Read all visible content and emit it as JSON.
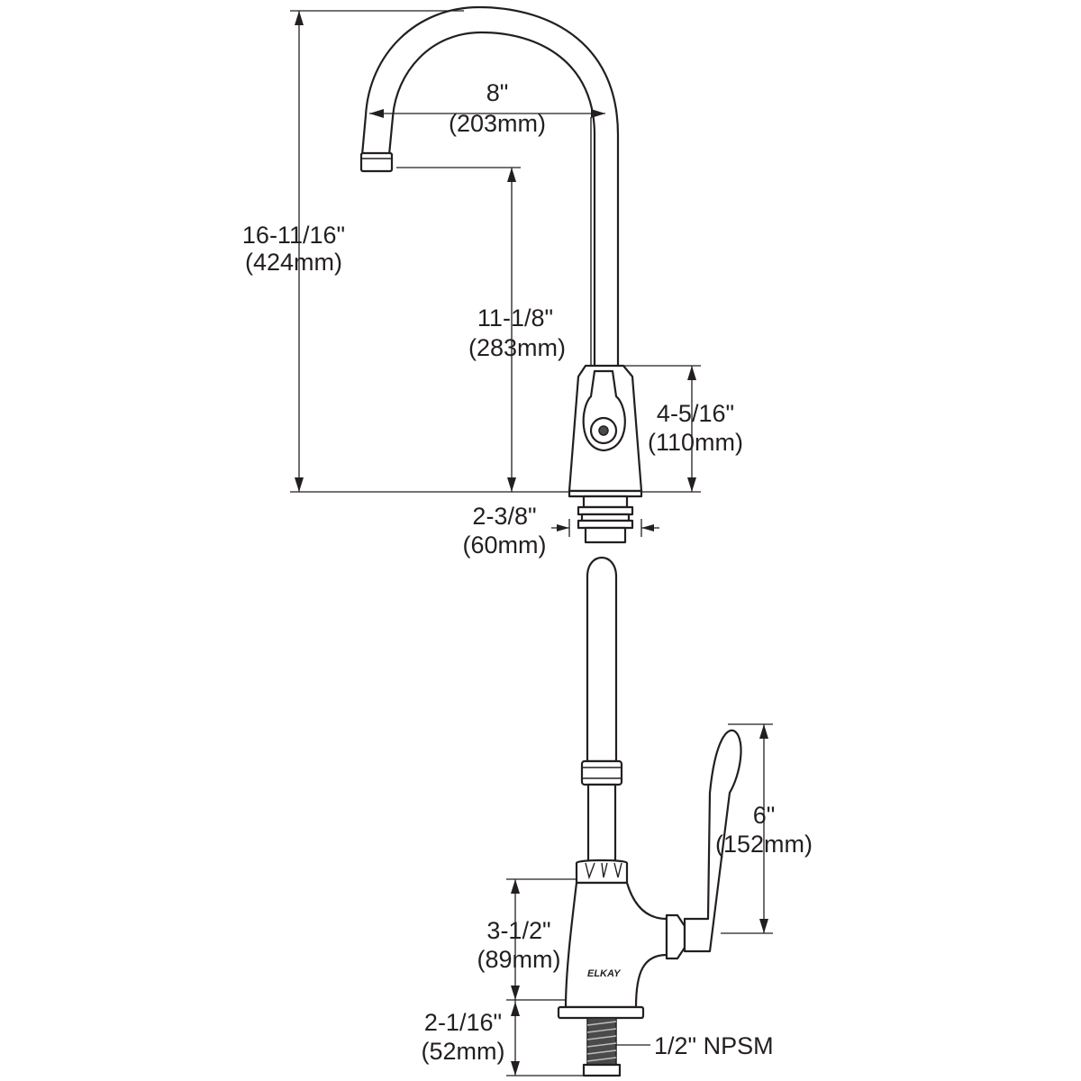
{
  "top_view": {
    "overall_height": {
      "imperial": "16-11/16\"",
      "metric": "(424mm)"
    },
    "spout_reach": {
      "imperial": "8\"",
      "metric": "(203mm)"
    },
    "spout_clearance": {
      "imperial": "11-1/8\"",
      "metric": "(283mm)"
    },
    "body_height": {
      "imperial": "4-5/16\"",
      "metric": "(110mm)"
    },
    "base_diameter": {
      "imperial": "2-3/8\"",
      "metric": "(60mm)"
    }
  },
  "bottom_view": {
    "handle_length": {
      "imperial": "6\"",
      "metric": "(152mm)"
    },
    "body_height": {
      "imperial": "3-1/2\"",
      "metric": "(89mm)"
    },
    "shank_length": {
      "imperial": "2-1/16\"",
      "metric": "(52mm)"
    },
    "thread": "1/2\" NPSM",
    "logo": "ELKAY"
  },
  "colors": {
    "line": "#231f20",
    "background": "#ffffff",
    "shade": "#4a4a4a"
  }
}
